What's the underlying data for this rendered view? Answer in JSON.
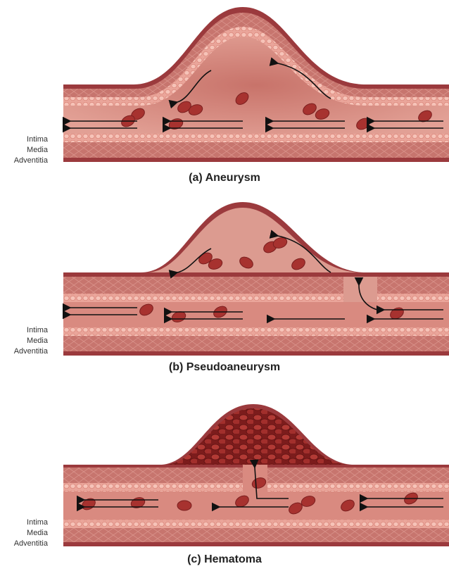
{
  "labels": {
    "intima": "Intima",
    "media": "Media",
    "adventitia": "Adventitia"
  },
  "panels": [
    {
      "id": "aneurysm",
      "caption": "(a) Aneurysm"
    },
    {
      "id": "pseudoaneurysm",
      "caption": "(b) Pseudoaneurysm"
    },
    {
      "id": "hematoma",
      "caption": "(c) Hematoma"
    }
  ],
  "colors": {
    "adventitia": "#9b3a3d",
    "media": "#e8a9a0",
    "intima_cells": "#f2b8ae",
    "lumen": "#d98a80",
    "rbc": "#a7322f",
    "arrow": "#111111"
  }
}
